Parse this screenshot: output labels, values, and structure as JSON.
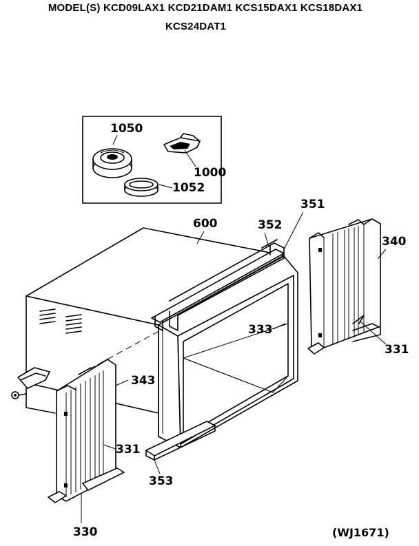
{
  "header": {
    "models_line1": "MODEL(S) KCD09LAX1  KCD21DAM1  KCS15DAX1  KCS18DAX1",
    "models_line2": "KCS24DAT1"
  },
  "callouts": {
    "p1050": "1050",
    "p1000": "1000",
    "p1052": "1052",
    "p351": "351",
    "p352": "352",
    "p600": "600",
    "p340": "340",
    "p333": "333",
    "p331_right": "331",
    "p343": "343",
    "p331_left": "331",
    "p353": "353",
    "p330": "330"
  },
  "diagram_code": "(WJ1671)"
}
